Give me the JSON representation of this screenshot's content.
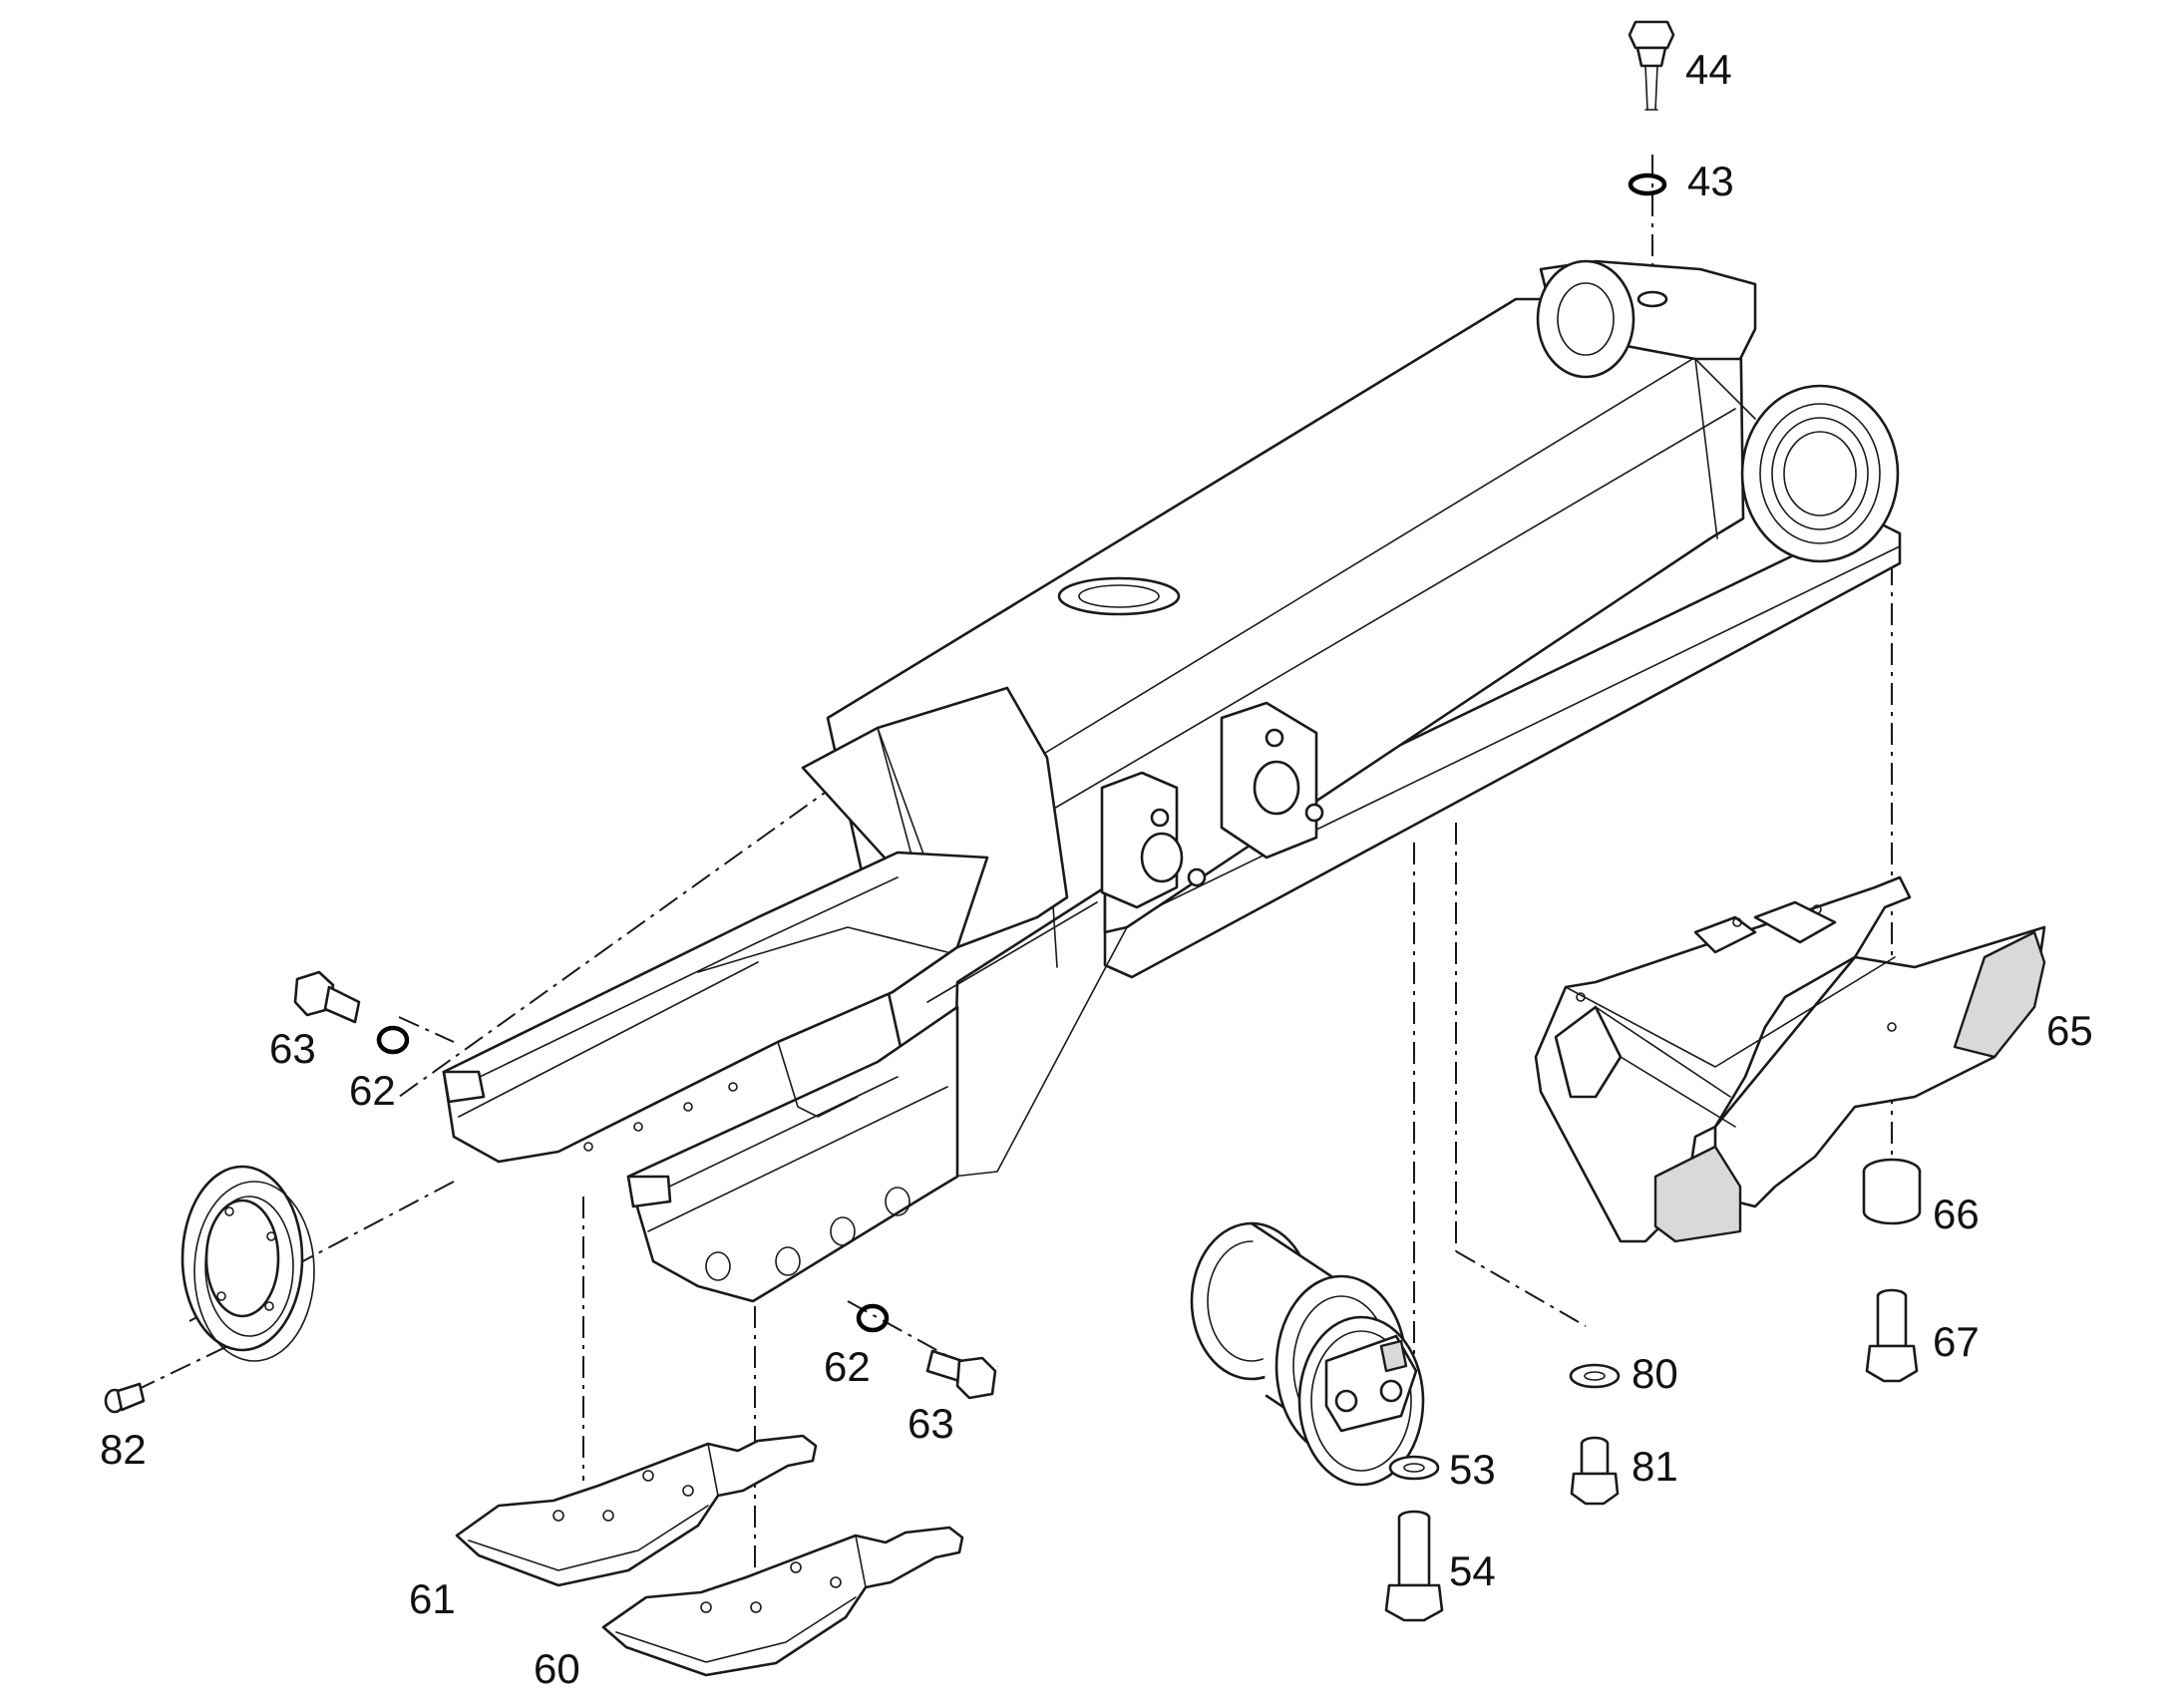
{
  "callouts": {
    "c44": "44",
    "c43": "43",
    "c65": "65",
    "c66": "66",
    "c67": "67",
    "c80": "80",
    "c81": "81",
    "c53": "53",
    "c54": "54",
    "c63_left": "63",
    "c62_left": "62",
    "c62_right": "62",
    "c63_right": "63",
    "c82": "82",
    "c61": "61",
    "c60": "60"
  },
  "colors": {
    "line": "#1a1a1a",
    "background": "#ffffff",
    "shade": "#d9d9d9"
  }
}
